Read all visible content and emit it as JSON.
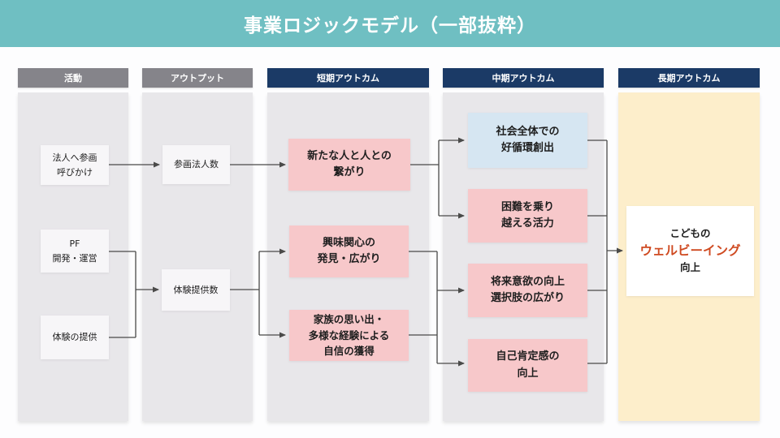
{
  "title": "事業ロジックモデル（一部抜粋）",
  "columns": {
    "activities": {
      "label": "活動"
    },
    "output": {
      "label": "アウトプット"
    },
    "short_term": {
      "label": "短期アウトカム"
    },
    "mid_term": {
      "label": "中期アウトカム"
    },
    "long_term": {
      "label": "長期アウトカム"
    }
  },
  "nodes": {
    "activity_call": "法人へ参画\n呼びかけ",
    "activity_pf": "PF\n開発・運営",
    "activity_experience": "体験の提供",
    "output_corporations": "参画法人数",
    "output_experiences": "体験提供数",
    "short_connections": "新たな人と人との\n繋がり",
    "short_interest": "興味関心の\n発見・広がり",
    "short_family": "家族の思い出・\n多様な経験による\n自信の獲得",
    "mid_cycle": "社会全体での\n好循環創出",
    "mid_vitality": "困難を乗り\n越える活力",
    "mid_motivation": "将来意欲の向上\n選択肢の広がり",
    "mid_selfesteem": "自己肯定感の\n向上",
    "long_wellbeing": {
      "line1": "こどもの",
      "line2": "ウェルビーイング",
      "line3": "向上"
    }
  },
  "colors": {
    "banner_teal": "#6fbfc2",
    "header_gray": "#85848a",
    "header_navy": "#1b3a66",
    "column_gray": "#e8e7ea",
    "column_cream": "#fdeecb",
    "node_white": "#f7f6f8",
    "node_pink": "#f7c8ca",
    "node_blue": "#d6e6f2",
    "accent_red": "#cf4a21",
    "connector_line": "#4a4a49"
  }
}
